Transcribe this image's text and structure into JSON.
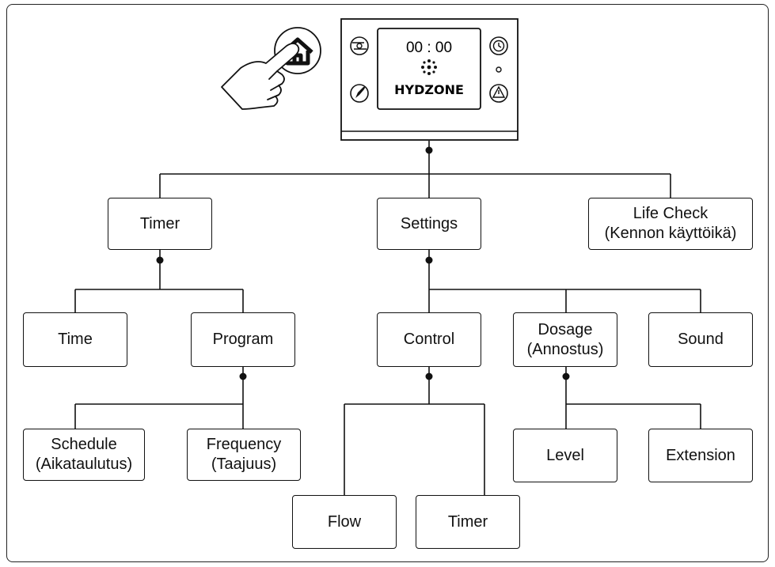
{
  "device": {
    "time_display": "00 : 00",
    "brand": "HYDZONE",
    "icons": [
      "fan-icon",
      "clock-icon",
      "rocket-icon",
      "warning-icon",
      "status-dot-icon",
      "snowflake-icon"
    ]
  },
  "home_gesture": {
    "icon": "home-icon",
    "hand": "pointing-hand-icon"
  },
  "tree": {
    "timer": {
      "label": "Timer"
    },
    "settings": {
      "label": "Settings"
    },
    "life_check": {
      "line1": "Life Check",
      "line2": "(Kennon käyttöikä)"
    },
    "time": {
      "label": "Time"
    },
    "program": {
      "label": "Program"
    },
    "control": {
      "label": "Control"
    },
    "dosage": {
      "line1": "Dosage",
      "line2": "(Annostus)"
    },
    "sound": {
      "label": "Sound"
    },
    "schedule": {
      "line1": "Schedule",
      "line2": "(Aikataulutus)"
    },
    "frequency": {
      "line1": "Frequency",
      "line2": "(Taajuus)"
    },
    "level": {
      "label": "Level"
    },
    "extension": {
      "label": "Extension"
    },
    "flow": {
      "label": "Flow"
    },
    "control_timer": {
      "label": "Timer"
    }
  }
}
